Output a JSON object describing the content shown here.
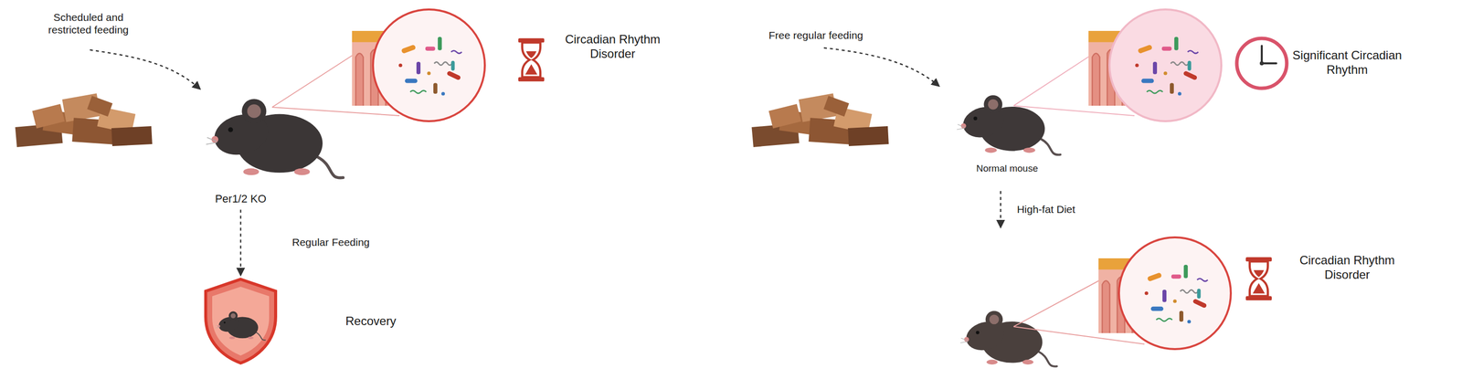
{
  "diagram": {
    "nodes": [
      {
        "text": [
          "Per1/2 KO"
        ]
      },
      {
        "text": [
          "Recovery"
        ]
      },
      {
        "text": [
          "Normal mouse"
        ]
      }
    ],
    "edges": [
      {
        "from": 0,
        "to": 1,
        "arrow": "to",
        "label": "Regular Feeding"
      }
    ],
    "labels": [
      "Scheduled and restricted feeding",
      "Circadian Rhythm Disorder",
      "Free regular feeding",
      "Significant Circadian Rhythm",
      "High-fat Diet",
      "Circadian Rhythm Disorder"
    ]
  }
}
